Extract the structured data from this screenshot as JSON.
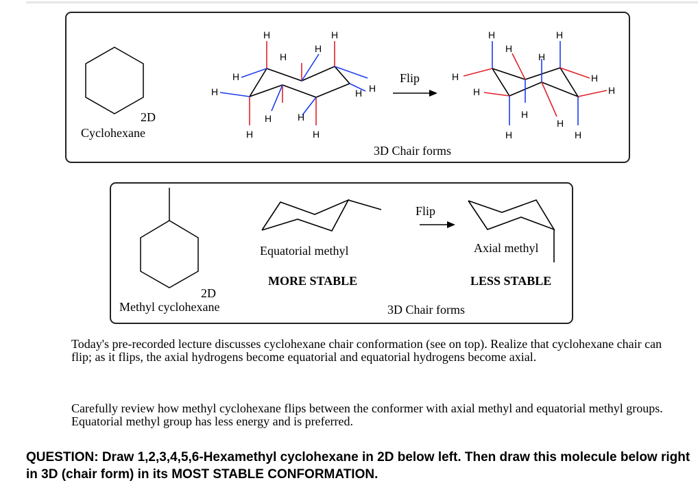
{
  "panel1": {
    "label_2d": "2D",
    "label_name": "Cyclohexane",
    "flip_label": "Flip",
    "chair_forms_label": "3D Chair forms",
    "atom_h": "H"
  },
  "panel2": {
    "label_2d": "2D",
    "label_name": "Methyl cyclohexane",
    "flip_label": "Flip",
    "equatorial_label": "Equatorial methyl",
    "axial_label": "Axial methyl",
    "more_stable": "MORE STABLE",
    "less_stable": "LESS STABLE",
    "chair_forms_label": "3D Chair forms"
  },
  "paragraphs": [
    "Today's pre-recorded lecture discusses cyclohexane chair conformation (see on top). Realize that cyclohexane chair can flip; as it flips, the axial hydrogens become equatorial and equatorial hydrogens become axial.",
    "Carefully review how methyl cyclohexane flips between the conformer with axial methyl and equatorial methyl groups. Equatorial methyl group has less energy and is preferred."
  ],
  "question": "QUESTION: Draw 1,2,3,4,5,6-Hexamethyl cyclohexane in 2D below left. Then draw this molecule below right in 3D (chair form) in its MOST STABLE CONFORMATION.",
  "colors": {
    "axial": "#e0202a",
    "equatorial": "#1a3cf0",
    "bond": "#000000",
    "border": "#222222"
  }
}
